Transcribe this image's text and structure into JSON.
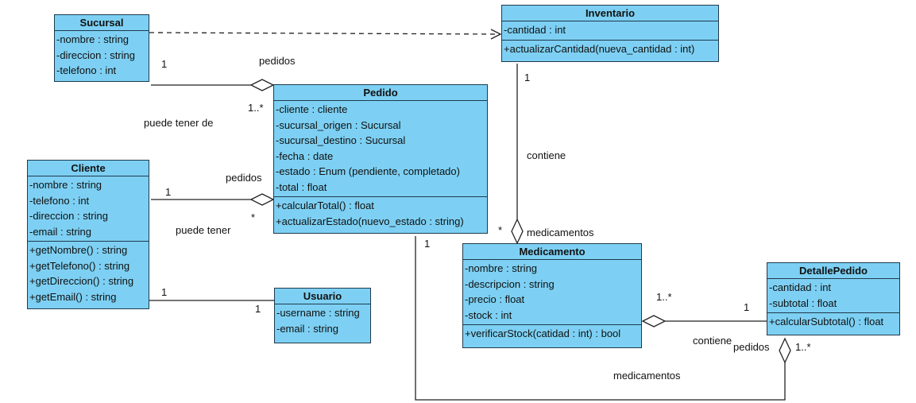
{
  "classes": {
    "sucursal": {
      "name": "Sucursal",
      "attributes": [
        "-nombre : string",
        "-direccion : string",
        "-telefono : int"
      ],
      "methods": []
    },
    "inventario": {
      "name": "Inventario",
      "attributes": [
        "-cantidad : int"
      ],
      "methods": [
        "+actualizarCantidad(nueva_cantidad : int)"
      ]
    },
    "pedido": {
      "name": "Pedido",
      "attributes": [
        "-cliente : cliente",
        "-sucursal_origen : Sucursal",
        "-sucursal_destino : Sucursal",
        "-fecha : date",
        "-estado : Enum (pendiente, completado)",
        "-total : float"
      ],
      "methods": [
        "+calcularTotal() : float",
        "+actualizarEstado(nuevo_estado : string)"
      ]
    },
    "cliente": {
      "name": "Cliente",
      "attributes": [
        "-nombre : string",
        "-telefono : int",
        "-direccion : string",
        "-email : string"
      ],
      "methods": [
        "+getNombre() : string",
        "+getTelefono() : string",
        "+getDireccion() : string",
        "+getEmail() : string"
      ]
    },
    "usuario": {
      "name": "Usuario",
      "attributes": [
        "-username : string",
        "-email : string"
      ],
      "methods": []
    },
    "medicamento": {
      "name": "Medicamento",
      "attributes": [
        "-nombre : string",
        "-descripcion : string",
        "-precio : float",
        "-stock : int"
      ],
      "methods": [
        "+verificarStock(catidad : int) : bool"
      ]
    },
    "detallepedido": {
      "name": "DetallePedido",
      "attributes": [
        "-cantidad : int",
        "-subtotal : float"
      ],
      "methods": [
        "+calcularSubtotal() : float"
      ]
    }
  },
  "labels": {
    "sucursal_pedido_mult_1": "1",
    "sucursal_pedido_role": "pedidos",
    "sucursal_pedido_mult_many": "1..*",
    "sucursal_pedido_name": "puede tener de",
    "cliente_pedido_role": "pedidos",
    "cliente_pedido_mult_1": "1",
    "cliente_pedido_mult_many": "*",
    "cliente_pedido_name": "puede tener",
    "cliente_usuario_mult_a": "1",
    "cliente_usuario_mult_b": "1",
    "inventario_mult": "1",
    "inventario_name": "contiene",
    "medicamento_mult": "*",
    "medicamento_role": "medicamentos",
    "pedido_detalle_mult": "1",
    "med_detalle_mult_many": "1..*",
    "med_detalle_mult_1": "1",
    "med_detalle_name": "contiene",
    "detalle_role": "pedidos",
    "detalle_mult_many": "1..*",
    "bottom_role": "medicamentos"
  },
  "colors": {
    "class_fill": "#7dd0f3",
    "border": "#1f3a4d",
    "line": "#222222"
  }
}
